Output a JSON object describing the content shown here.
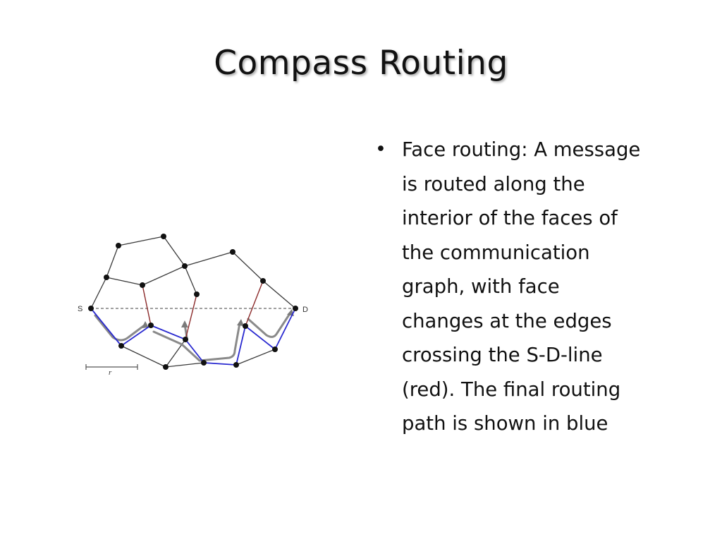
{
  "slide": {
    "title": "Compass Routing",
    "bullet_marker": "•",
    "bullet_lines": [
      "Face routing: A message",
      "is routed along the",
      "interior of the faces of",
      "the communication",
      "graph, with face",
      "changes at the edges",
      "crossing the S-D-line",
      "(red). The final routing",
      "path is shown in blue"
    ]
  },
  "diagram": {
    "source_label": "S",
    "destination_label": "D",
    "scale_label": "r",
    "colors": {
      "graph_edge": "#3a3a3a",
      "sd_line": "#666666",
      "crossing_edge": "#8b2a2a",
      "final_path": "#2a2ad0",
      "traversal_trace": "#8a8a8a",
      "node": "#111111"
    }
  }
}
